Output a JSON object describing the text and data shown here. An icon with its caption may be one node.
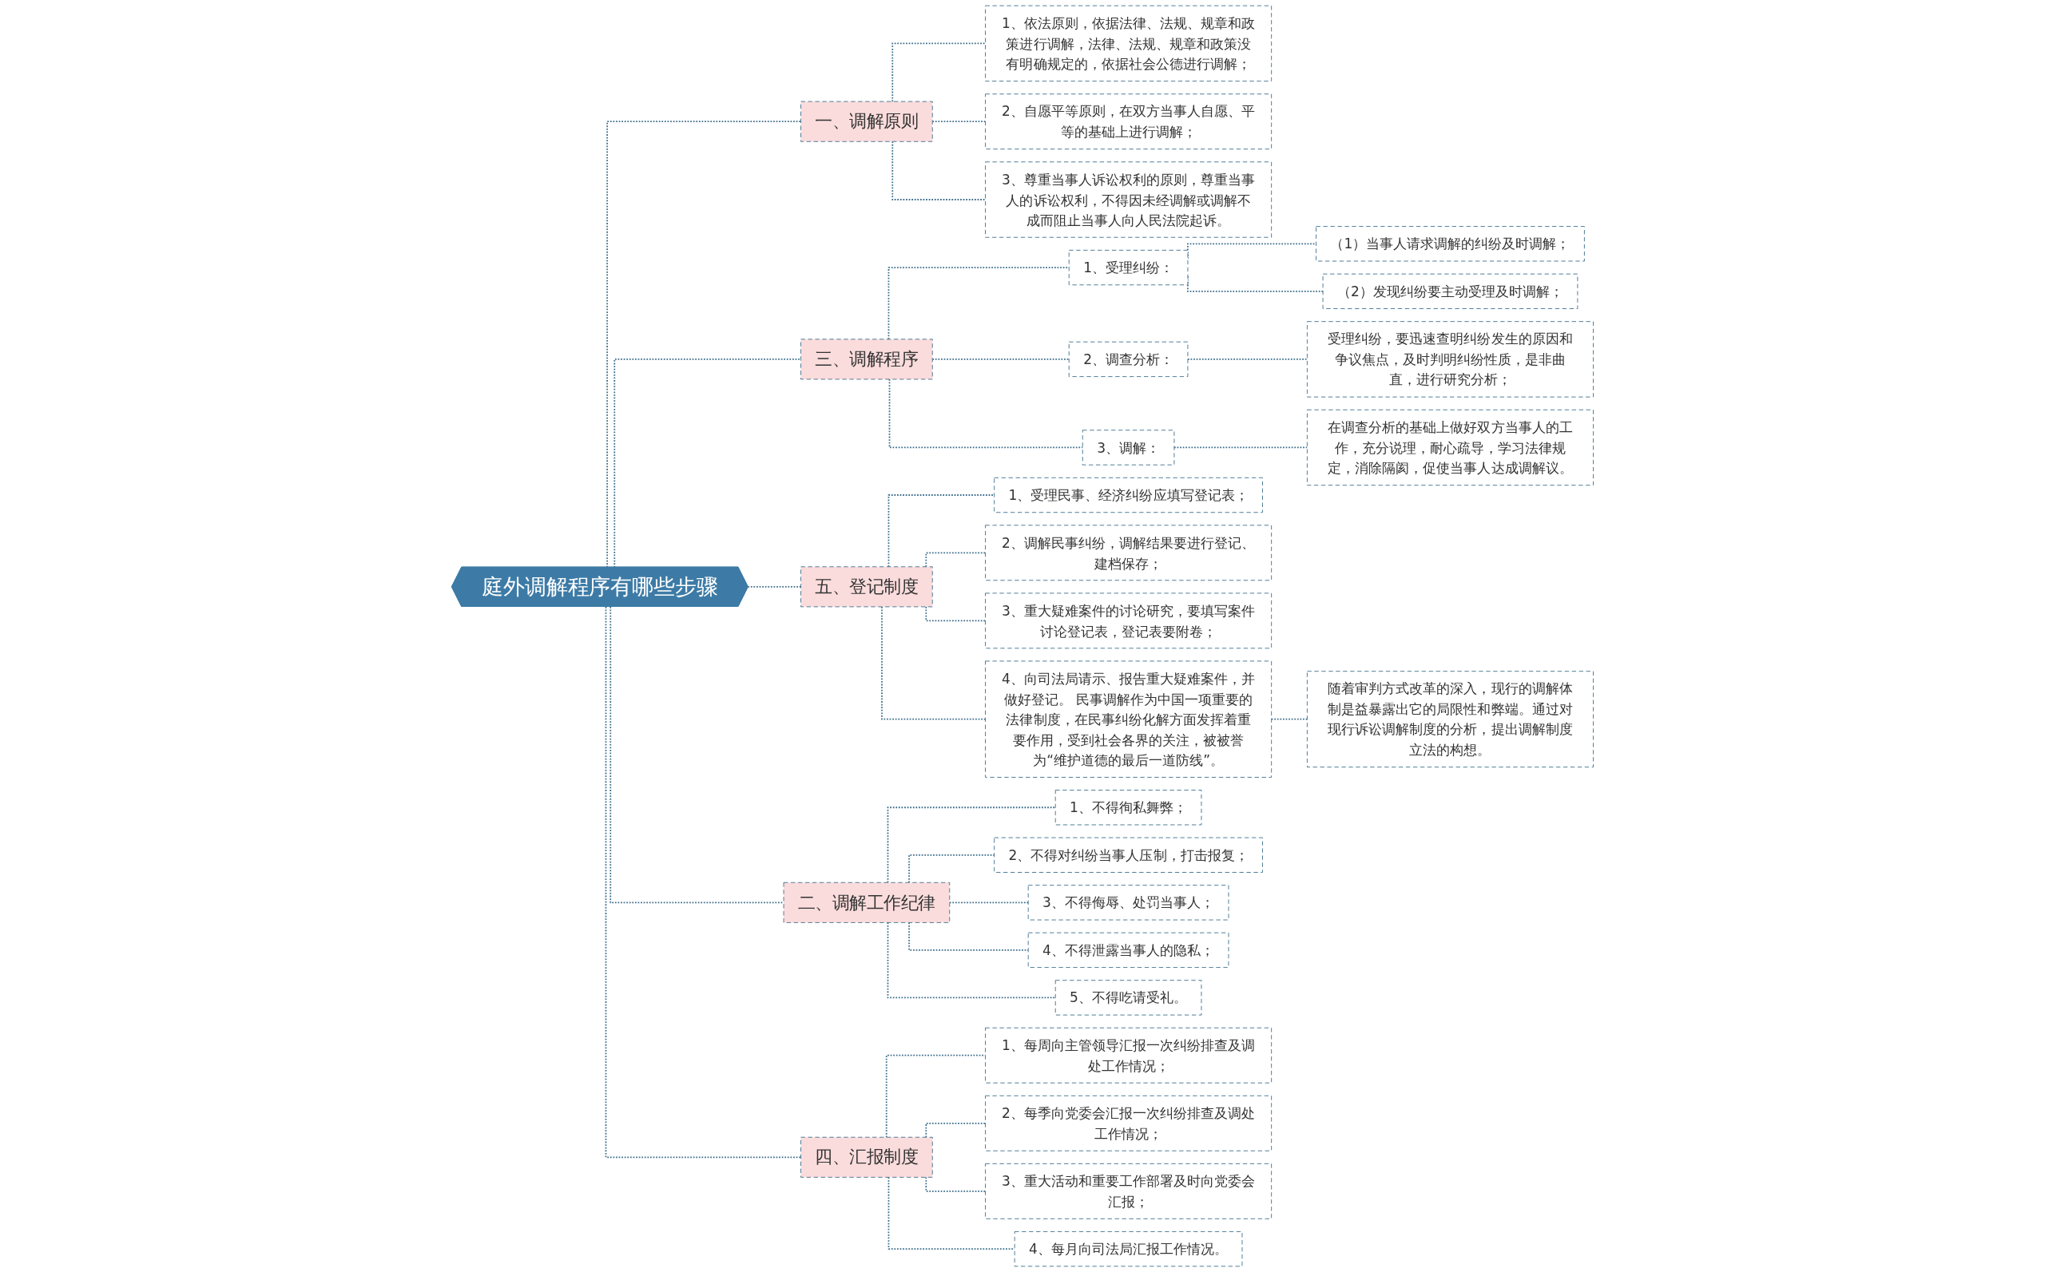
{
  "diagram": {
    "nodes": [
      {
        "text": [
          "庭外调解程序有哪些步骤"
        ]
      },
      {
        "text": [
          "一、调解原则"
        ]
      },
      {
        "text": [
          "1、依法原则，依据法律、法规、规章和政策进行调解，法律、法规、规章和政策没有明确规定的，依据社会公德进行调解；"
        ]
      },
      {
        "text": [
          "2、自愿平等原则，在双方当事人自愿、平等的基础上进行调解；"
        ]
      },
      {
        "text": [
          "3、尊重当事人诉讼权利的原则，尊重当事人的诉讼权利，不得因未经调解或调解不成而阻止当事人向人民法院起诉。"
        ]
      },
      {
        "text": [
          "三、调解程序"
        ]
      },
      {
        "text": [
          "1、受理纠纷："
        ]
      },
      {
        "text": [
          "（1）当事人请求调解的纠纷及时调解；"
        ]
      },
      {
        "text": [
          "（2）发现纠纷要主动受理及时调解；"
        ]
      },
      {
        "text": [
          "2、调查分析："
        ]
      },
      {
        "text": [
          "受理纠纷，要迅速查明纠纷发生的原因和争议焦点，及时判明纠纷性质，是非曲直，进行研究分析；"
        ]
      },
      {
        "text": [
          "3、调解："
        ]
      },
      {
        "text": [
          "在调查分析的基础上做好双方当事人的工作，充分说理，耐心疏导，学习法律规定，消除隔阂，促使当事人达成调解议。"
        ]
      },
      {
        "text": [
          "五、登记制度"
        ]
      },
      {
        "text": [
          "1、受理民事、经济纠纷应填写登记表；"
        ]
      },
      {
        "text": [
          "2、调解民事纠纷，调解结果要进行登记、建档保存；"
        ]
      },
      {
        "text": [
          "3、重大疑难案件的讨论研究，要填写案件讨论登记表，登记表要附卷；"
        ]
      },
      {
        "text": [
          "4、向司法局请示、报告重大疑难案件，并做好登记。 民事调解作为中国一项重要的法律制度，在民事纠纷化解方面发挥着重要作用，受到社会各界的关注，被被誉为“维护道德的最后一道防线”。"
        ]
      },
      {
        "text": [
          "随着审判方式改革的深入，现行的调解体制是益暴露出它的局限性和弊端。通过对现行诉讼调解制度的分析，提出调解制度立法的构想。"
        ]
      },
      {
        "text": [
          "二、调解工作纪律"
        ]
      },
      {
        "text": [
          "1、不得徇私舞弊；"
        ]
      },
      {
        "text": [
          "2、不得对纠纷当事人压制，打击报复；"
        ]
      },
      {
        "text": [
          "3、不得侮辱、处罚当事人；"
        ]
      },
      {
        "text": [
          "4、不得泄露当事人的隐私；"
        ]
      },
      {
        "text": [
          "5、不得吃请受礼。"
        ]
      },
      {
        "text": [
          "四、汇报制度"
        ]
      },
      {
        "text": [
          "1、每周向主管领导汇报一次纠纷排查及调处工作情况；"
        ]
      },
      {
        "text": [
          "2、每季向党委会汇报一次纠纷排查及调处工作情况；"
        ]
      },
      {
        "text": [
          "3、重大活动和重要工作部署及时向党委会汇报；"
        ]
      },
      {
        "text": [
          "4、每月向司法局汇报工作情况。"
        ]
      }
    ],
    "edges": [
      {
        "from": 0,
        "to": 1,
        "arrow": "none",
        "style": "dashed"
      },
      {
        "from": 1,
        "to": 2,
        "arrow": "none",
        "style": "dashed"
      },
      {
        "from": 1,
        "to": 3,
        "arrow": "none",
        "style": "dashed"
      },
      {
        "from": 1,
        "to": 4,
        "arrow": "none",
        "style": "dashed"
      },
      {
        "from": 0,
        "to": 5,
        "arrow": "none",
        "style": "dashed"
      },
      {
        "from": 5,
        "to": 6,
        "arrow": "none",
        "style": "dashed"
      },
      {
        "from": 6,
        "to": 7,
        "arrow": "none",
        "style": "dashed"
      },
      {
        "from": 6,
        "to": 8,
        "arrow": "none",
        "style": "dashed"
      },
      {
        "from": 5,
        "to": 9,
        "arrow": "none",
        "style": "dashed"
      },
      {
        "from": 9,
        "to": 10,
        "arrow": "none",
        "style": "dashed"
      },
      {
        "from": 5,
        "to": 11,
        "arrow": "none",
        "style": "dashed"
      },
      {
        "from": 11,
        "to": 12,
        "arrow": "none",
        "style": "dashed"
      },
      {
        "from": 0,
        "to": 13,
        "arrow": "none",
        "style": "dashed"
      },
      {
        "from": 13,
        "to": 14,
        "arrow": "none",
        "style": "dashed"
      },
      {
        "from": 13,
        "to": 15,
        "arrow": "none",
        "style": "dashed"
      },
      {
        "from": 13,
        "to": 16,
        "arrow": "none",
        "style": "dashed"
      },
      {
        "from": 13,
        "to": 17,
        "arrow": "none",
        "style": "dashed"
      },
      {
        "from": 17,
        "to": 18,
        "arrow": "none",
        "style": "dashed"
      },
      {
        "from": 0,
        "to": 19,
        "arrow": "none",
        "style": "dashed"
      },
      {
        "from": 19,
        "to": 20,
        "arrow": "none",
        "style": "dashed"
      },
      {
        "from": 19,
        "to": 21,
        "arrow": "none",
        "style": "dashed"
      },
      {
        "from": 19,
        "to": 22,
        "arrow": "none",
        "style": "dashed"
      },
      {
        "from": 19,
        "to": 23,
        "arrow": "none",
        "style": "dashed"
      },
      {
        "from": 19,
        "to": 24,
        "arrow": "none",
        "style": "dashed"
      },
      {
        "from": 0,
        "to": 25,
        "arrow": "none",
        "style": "dashed"
      },
      {
        "from": 25,
        "to": 26,
        "arrow": "none",
        "style": "dashed"
      },
      {
        "from": 25,
        "to": 27,
        "arrow": "none",
        "style": "dashed"
      },
      {
        "from": 25,
        "to": 28,
        "arrow": "none",
        "style": "dashed"
      },
      {
        "from": 25,
        "to": 29,
        "arrow": "none",
        "style": "dashed"
      }
    ]
  }
}
